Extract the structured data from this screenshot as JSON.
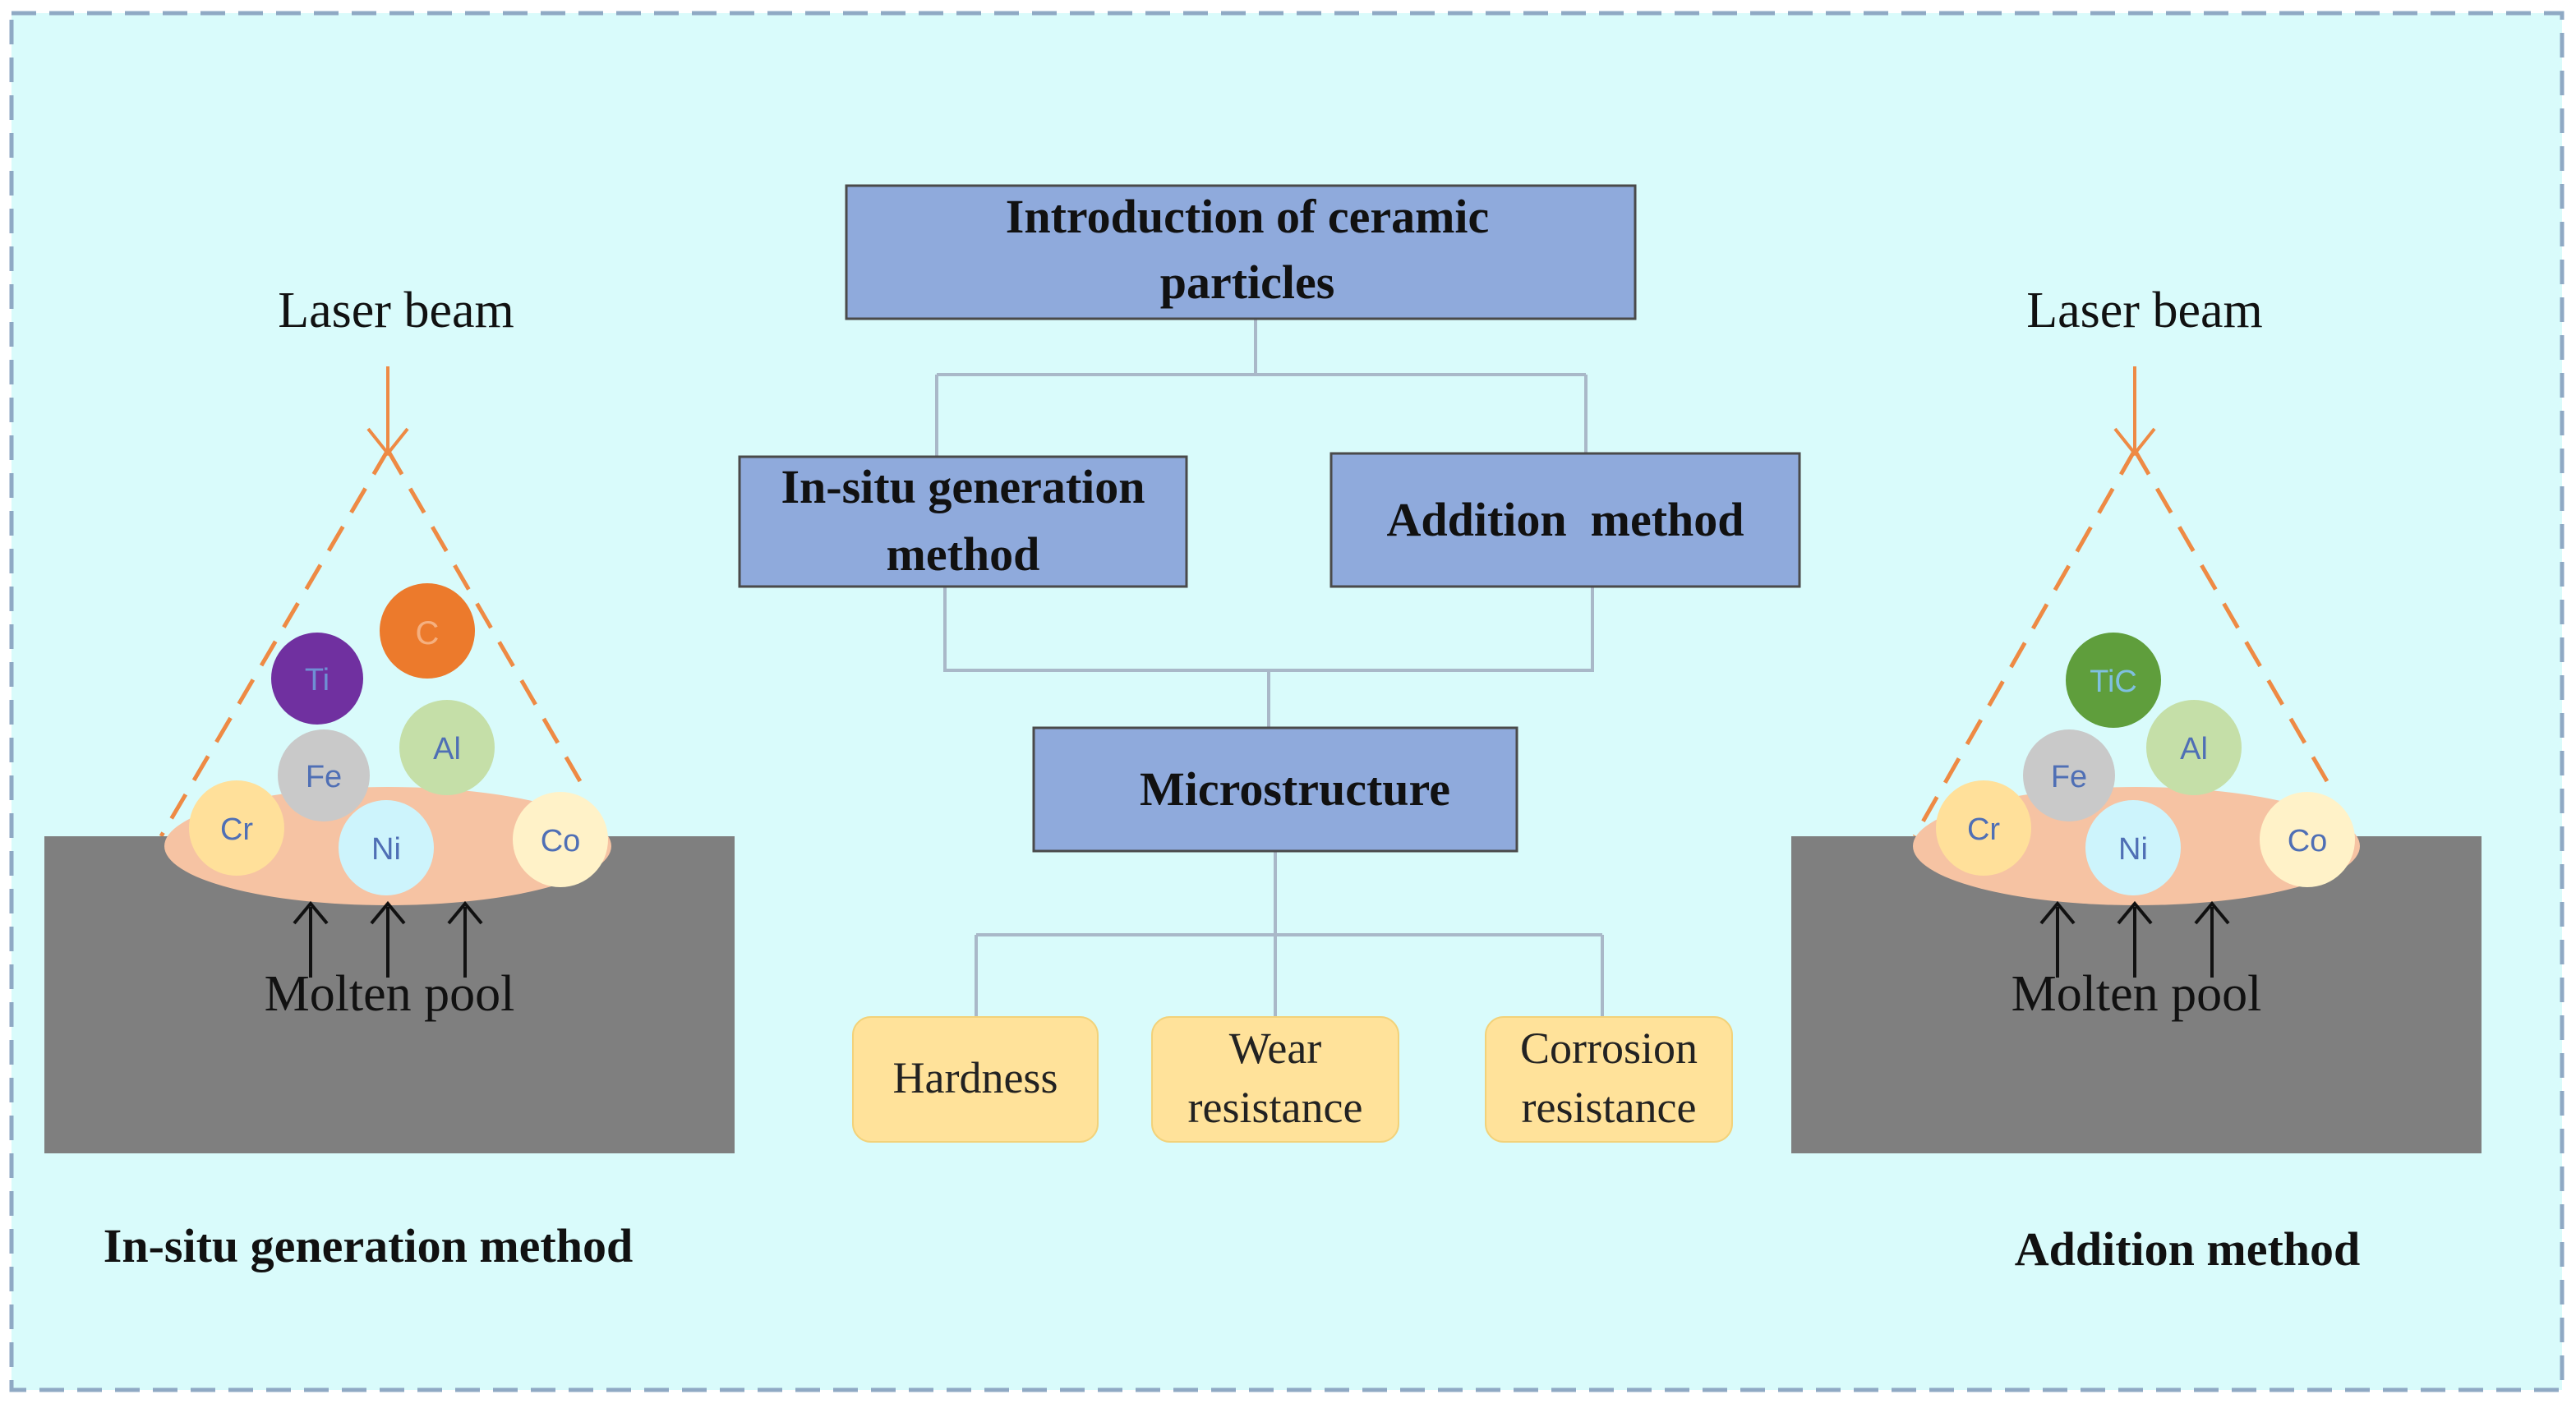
{
  "diagram": {
    "header": {
      "title_line1": "Introduction of ceramic",
      "title_line2": "particles"
    },
    "methods": {
      "insitu": {
        "line1": "In-situ generation",
        "line2": "method"
      },
      "addition": {
        "label": "Addition  method"
      }
    },
    "microstructure": {
      "label": "Microstructure"
    },
    "properties": {
      "hardness": "Hardness",
      "wear": {
        "line1": "Wear",
        "line2": "resistance"
      },
      "corrosion": {
        "line1": "Corrosion",
        "line2": "resistance"
      }
    },
    "left_panel": {
      "laser_label": "Laser beam",
      "pool_label": "Molten pool",
      "caption": "In-situ generation method",
      "particles": {
        "c": "C",
        "ti": "Ti",
        "fe": "Fe",
        "al": "Al",
        "cr": "Cr",
        "ni": "Ni",
        "co": "Co"
      }
    },
    "right_panel": {
      "laser_label": "Laser beam",
      "pool_label": "Molten pool",
      "caption": "Addition method",
      "particles": {
        "tic": "TiC",
        "fe": "Fe",
        "al": "Al",
        "cr": "Cr",
        "ni": "Ni",
        "co": "Co"
      }
    },
    "colors": {
      "background": "#d9fbfb",
      "border": "#8fa9c4",
      "box_fill": "#8faadc",
      "box_stroke": "#4a4a4a",
      "prop_fill": "#ffe29a",
      "substrate": "#7f7f7f",
      "pool": "#f6c3a3",
      "laser": "#ee8a44",
      "particle_c": "#ec7a2c",
      "particle_ti": "#7030a0",
      "particle_tic": "#5f9e3c",
      "particle_fe": "#c9c9c9",
      "particle_al": "#c5dfa8",
      "particle_cr": "#ffe09a",
      "particle_ni": "#cdf4fc",
      "particle_co": "#fff2c8"
    }
  }
}
